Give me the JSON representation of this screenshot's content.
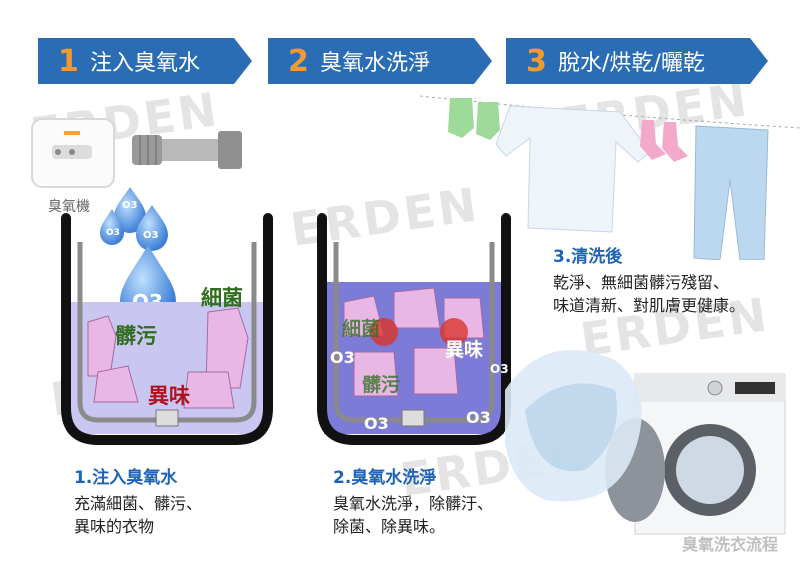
{
  "steps": [
    {
      "num": "1",
      "label": "注入臭氧水"
    },
    {
      "num": "2",
      "label": "臭氧水洗淨"
    },
    {
      "num": "3",
      "label": "脫水/烘乾/曬乾"
    }
  ],
  "watermark": "ERDEN",
  "machine_label": "臭氧機",
  "ozone_mark": "O3",
  "stain_labels": {
    "bacteria": "細菌",
    "dirt": "髒污",
    "odor": "異味"
  },
  "captions": [
    {
      "title": "1.注入臭氧水",
      "lines": [
        "充滿細菌、髒污、",
        "異味的衣物"
      ]
    },
    {
      "title": "2.臭氧水洗淨",
      "lines": [
        "臭氧水洗淨，除髒汙、",
        "除菌、除異味。"
      ]
    },
    {
      "title": "3.清洗後",
      "lines": [
        "乾淨、無細菌髒污殘留、",
        "味道清新、對肌膚更健康。"
      ]
    }
  ],
  "footer": "臭氧洗衣流程",
  "colors": {
    "banner": "#2a6db5",
    "number": "#f29a2e",
    "caption": "#1e63b5",
    "water": "#6f6fcf"
  }
}
